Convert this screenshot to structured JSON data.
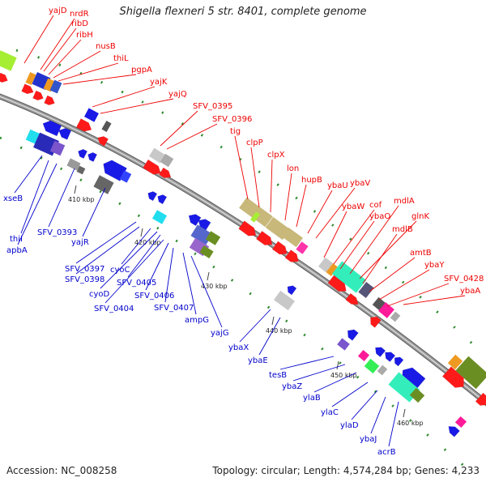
{
  "title": "Shigella flexneri 5 str. 8401, complete genome",
  "footer": {
    "accession": "Accession: NC_008258",
    "summary": "Topology: circular; Length: 4,574,284 bp; Genes: 4,233"
  },
  "colors": {
    "forward_label": "#ee0000",
    "reverse_label": "#0000cc",
    "backbone": "#9a9a9a",
    "gc_tick": "#2e8b2e"
  },
  "kbp_ticks": [
    "410 kbp",
    "420 kbp",
    "430 kbp",
    "440 kbp",
    "450 kbp",
    "460 kbp"
  ],
  "forward_genes": [
    "yajD",
    "nrdR",
    "ribD",
    "ribH",
    "nusB",
    "thiL",
    "pgpA",
    "yajK",
    "yajQ",
    "SFV_0395",
    "SFV_0396",
    "tig",
    "clpP",
    "clpX",
    "lon",
    "hupB",
    "ybaU",
    "ybaV",
    "ybaW",
    "cof",
    "ybaO",
    "mdlA",
    "glnK",
    "mdlB",
    "amtB",
    "ybaY",
    "SFV_0428",
    "ybaA"
  ],
  "reverse_genes": [
    "xseB",
    "thiI",
    "apbA",
    "SFV_0393",
    "yajR",
    "SFV_0397",
    "SFV_0398",
    "cyoC",
    "cyoD",
    "SFV_0405",
    "SFV_0404",
    "SFV_0406",
    "SFV_0407",
    "ampG",
    "yajG",
    "ybaX",
    "ybaE",
    "tesB",
    "ybaZ",
    "ylaB",
    "ylaC",
    "ylaD",
    "ybaJ",
    "acrB"
  ]
}
